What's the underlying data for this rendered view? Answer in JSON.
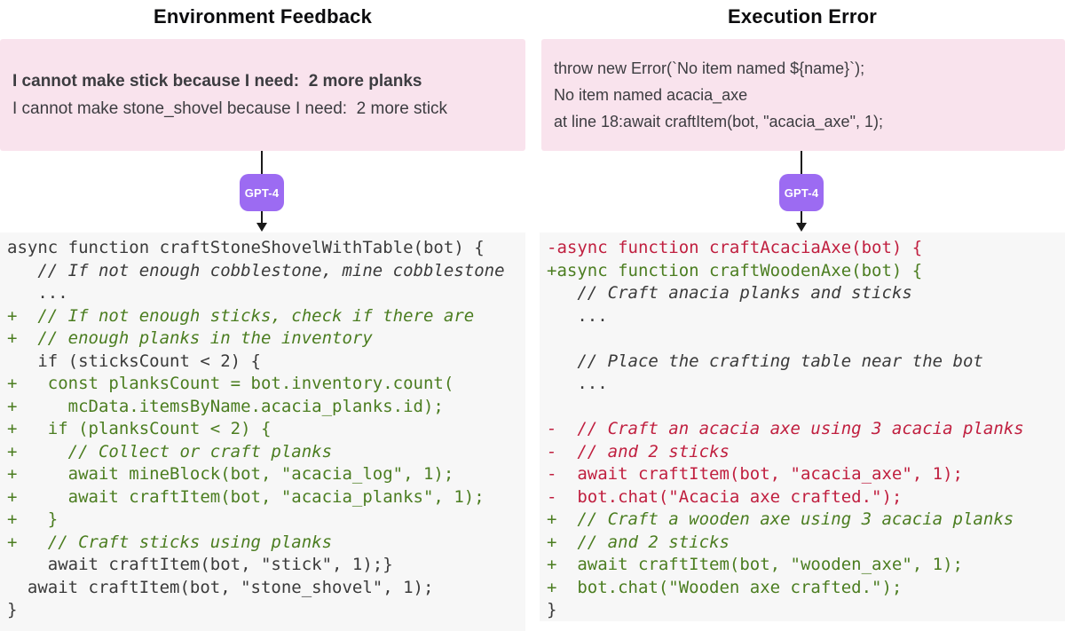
{
  "colors": {
    "pink_bg": "#f9e3ed",
    "code_bg": "#f7f7f7",
    "add_green": "#4b7d20",
    "del_red": "#c01f3f",
    "badge_purple": "#9c6bf2",
    "text_dark": "#3a3a3a"
  },
  "left": {
    "title": "Environment Feedback",
    "feedback_lines": [
      {
        "text": "I cannot make stick because I need:  2 more planks",
        "emphasis": "bold"
      },
      {
        "text": "I cannot make stone_shovel because I need:  2 more stick",
        "emphasis": "normal"
      }
    ],
    "badge": "GPT-4",
    "code": [
      {
        "t": "async function craftStoneShovelWithTable(bot) {",
        "k": "plain"
      },
      {
        "t": "   // If not enough cobblestone, mine cobblestone",
        "k": "comment"
      },
      {
        "t": "   ...",
        "k": "plain"
      },
      {
        "t": "+  // If not enough sticks, check if there are",
        "k": "addc"
      },
      {
        "t": "+  // enough planks in the inventory",
        "k": "addc"
      },
      {
        "t": "   if (sticksCount < 2) {",
        "k": "plain"
      },
      {
        "t": "+   const planksCount = bot.inventory.count(",
        "k": "add"
      },
      {
        "t": "+     mcData.itemsByName.acacia_planks.id);",
        "k": "add"
      },
      {
        "t": "+   if (planksCount < 2) {",
        "k": "add"
      },
      {
        "t": "+     // Collect or craft planks",
        "k": "addc"
      },
      {
        "t": "+     await mineBlock(bot, \"acacia_log\", 1);",
        "k": "add"
      },
      {
        "t": "+     await craftItem(bot, \"acacia_planks\", 1);",
        "k": "add"
      },
      {
        "t": "+   }",
        "k": "add"
      },
      {
        "t": "+   // Craft sticks using planks",
        "k": "addc"
      },
      {
        "t": "    await craftItem(bot, \"stick\", 1);}",
        "k": "plain"
      },
      {
        "t": "  await craftItem(bot, \"stone_shovel\", 1);",
        "k": "plain"
      },
      {
        "t": "}",
        "k": "plain"
      }
    ]
  },
  "right": {
    "title": "Execution Error",
    "error_lines": [
      {
        "text": "throw new Error(`No item named ${name}`);"
      },
      {
        "text": "No item named acacia_axe"
      },
      {
        "text": "at line 18:await craftItem(bot, \"acacia_axe\", 1);"
      }
    ],
    "badge": "GPT-4",
    "code": [
      {
        "t": "-async function craftAcaciaAxe(bot) {",
        "k": "del"
      },
      {
        "t": "+async function craftWoodenAxe(bot) {",
        "k": "add"
      },
      {
        "t": "   // Craft anacia planks and sticks",
        "k": "comment"
      },
      {
        "t": "   ...",
        "k": "plain"
      },
      {
        "t": "",
        "k": "plain"
      },
      {
        "t": "   // Place the crafting table near the bot",
        "k": "comment"
      },
      {
        "t": "   ...",
        "k": "plain"
      },
      {
        "t": "",
        "k": "plain"
      },
      {
        "t": "-  // Craft an acacia axe using 3 acacia planks",
        "k": "delc"
      },
      {
        "t": "-  // and 2 sticks",
        "k": "delc"
      },
      {
        "t": "-  await craftItem(bot, \"acacia_axe\", 1);",
        "k": "del"
      },
      {
        "t": "-  bot.chat(\"Acacia axe crafted.\");",
        "k": "del"
      },
      {
        "t": "+  // Craft a wooden axe using 3 acacia planks",
        "k": "addc"
      },
      {
        "t": "+  // and 2 sticks",
        "k": "addc"
      },
      {
        "t": "+  await craftItem(bot, \"wooden_axe\", 1);",
        "k": "add"
      },
      {
        "t": "+  bot.chat(\"Wooden axe crafted.\");",
        "k": "add"
      },
      {
        "t": "}",
        "k": "plain"
      }
    ]
  }
}
